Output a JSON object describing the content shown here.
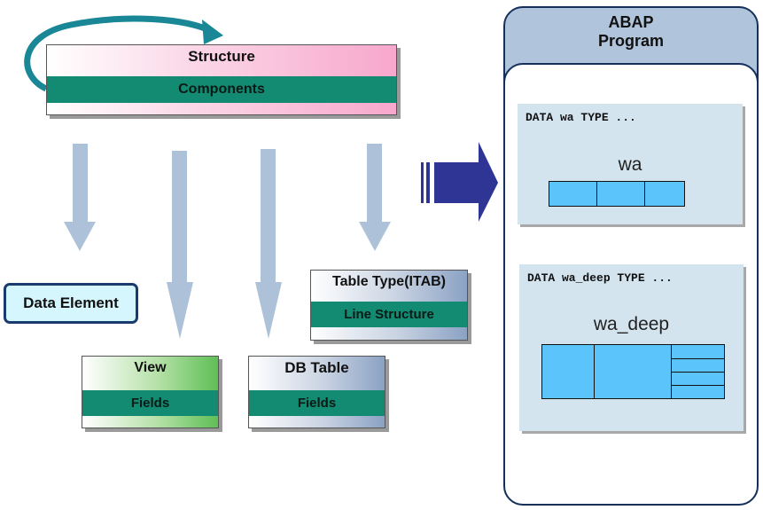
{
  "diagram": {
    "structure": {
      "title": "Structure",
      "band": "Components"
    },
    "data_element": {
      "label": "Data Element"
    },
    "view": {
      "title": "View",
      "band": "Fields"
    },
    "db_table": {
      "title": "DB Table",
      "band": "Fields"
    },
    "table_type": {
      "title": "Table Type(ITAB)",
      "band": "Line Structure"
    },
    "abap_program": {
      "title_line1": "ABAP",
      "title_line2": "Program",
      "flat": {
        "code": "DATA wa TYPE ...",
        "var": "wa"
      },
      "deep": {
        "code": "DATA wa_deep TYPE ...",
        "var": "wa_deep"
      }
    },
    "colors": {
      "band": "#138a72",
      "arrow": "#adc2d8",
      "big_arrow": "#2e3594",
      "loop_arrow": "#1a8796",
      "cell": "#5bc4fb",
      "panel": "#d3e4ee",
      "program_header": "#b0c4db"
    }
  }
}
